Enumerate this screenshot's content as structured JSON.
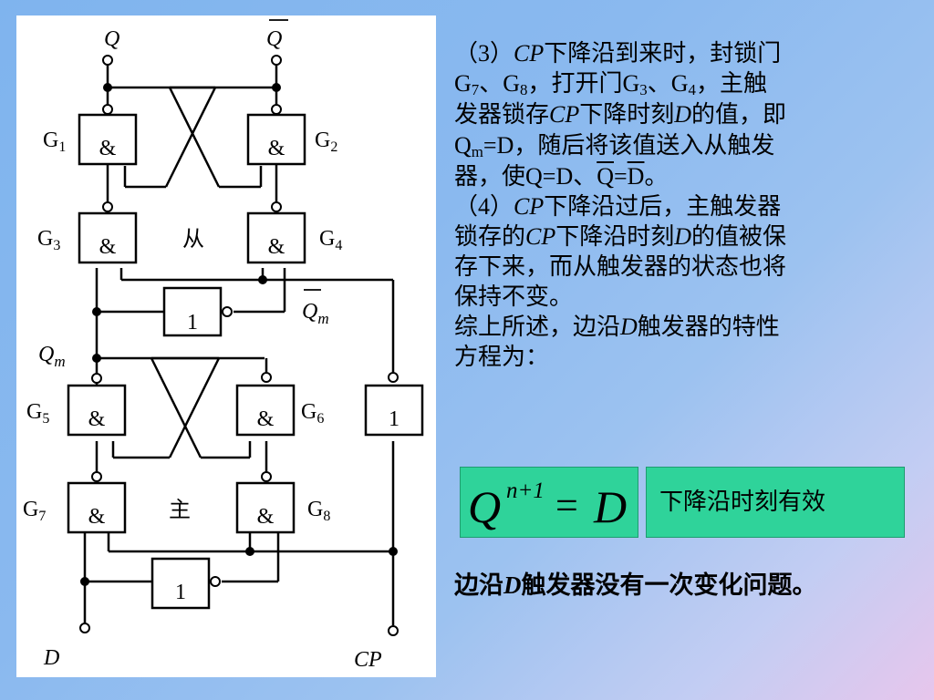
{
  "circuit": {
    "output_q": "Q",
    "output_qbar": "Q",
    "gates": {
      "G1": {
        "name": "G",
        "sub": "1",
        "symbol": "&"
      },
      "G2": {
        "name": "G",
        "sub": "2",
        "symbol": "&"
      },
      "G3": {
        "name": "G",
        "sub": "3",
        "symbol": "&"
      },
      "G4": {
        "name": "G",
        "sub": "4",
        "symbol": "&"
      },
      "G5": {
        "name": "G",
        "sub": "5",
        "symbol": "&"
      },
      "G6": {
        "name": "G",
        "sub": "6",
        "symbol": "&"
      },
      "G7": {
        "name": "G",
        "sub": "7",
        "symbol": "&"
      },
      "G8": {
        "name": "G",
        "sub": "8",
        "symbol": "&"
      }
    },
    "inverters": {
      "top": "1",
      "right": "1",
      "bottom": "1"
    },
    "slave_label": "从",
    "master_label": "主",
    "qm_label": "Q",
    "qm_sub": "m",
    "qmbar_label": "Q",
    "qmbar_sub": "m",
    "input_d": "D",
    "input_cp": "CP"
  },
  "description": {
    "p3": {
      "l1_a": "（3）",
      "l1_cp": "CP",
      "l1_b": "下降沿到来时，封锁门",
      "l2_g": "G",
      "l2_s1": "7",
      "l2_m1": "、G",
      "l2_s2": "8",
      "l2_m2": "，打开门G",
      "l2_s3": "3",
      "l2_m3": "、G",
      "l2_s4": "4",
      "l2_e": "，主触",
      "l3_a": "发器锁存",
      "l3_cp": "CP",
      "l3_b": "下降时刻",
      "l3_d": "D",
      "l3_c": "的值，即",
      "l4_q": "Q",
      "l4_s": "m",
      "l4_b": "=D，随后将该值送入从触发",
      "l5_a": "器，使Q=D、",
      "l5_q": "Q",
      "l5_eq": "=",
      "l5_d": "D",
      "l5_end": "。"
    },
    "p4": {
      "l1_a": "（4）",
      "l1_cp": "CP",
      "l1_b": "下降沿过后，主触发器",
      "l2_a": "锁存的",
      "l2_cp": "CP",
      "l2_b": "下降沿时刻",
      "l2_d": "D",
      "l2_c": "的值被保",
      "l3": "存下来，而从触发器的状态也将",
      "l4": "保持不变。"
    },
    "summary": {
      "l1_a": "综上所述，边沿",
      "l1_d": "D",
      "l1_b": "触发器的特性",
      "l2": "方程为："
    }
  },
  "formula": {
    "lhs": "Q",
    "sup": "n+1",
    "eq": "=",
    "rhs": "D"
  },
  "formula_note": "下降沿时刻有效",
  "conclusion": {
    "a": "边沿",
    "d": "D",
    "b": "触发器没有一次变化问题。"
  },
  "colors": {
    "panel": "#ffffff",
    "formula_box": "#2fd39a",
    "background_top": "#7fb4ee",
    "background_bottom": "#e7c6ec"
  }
}
